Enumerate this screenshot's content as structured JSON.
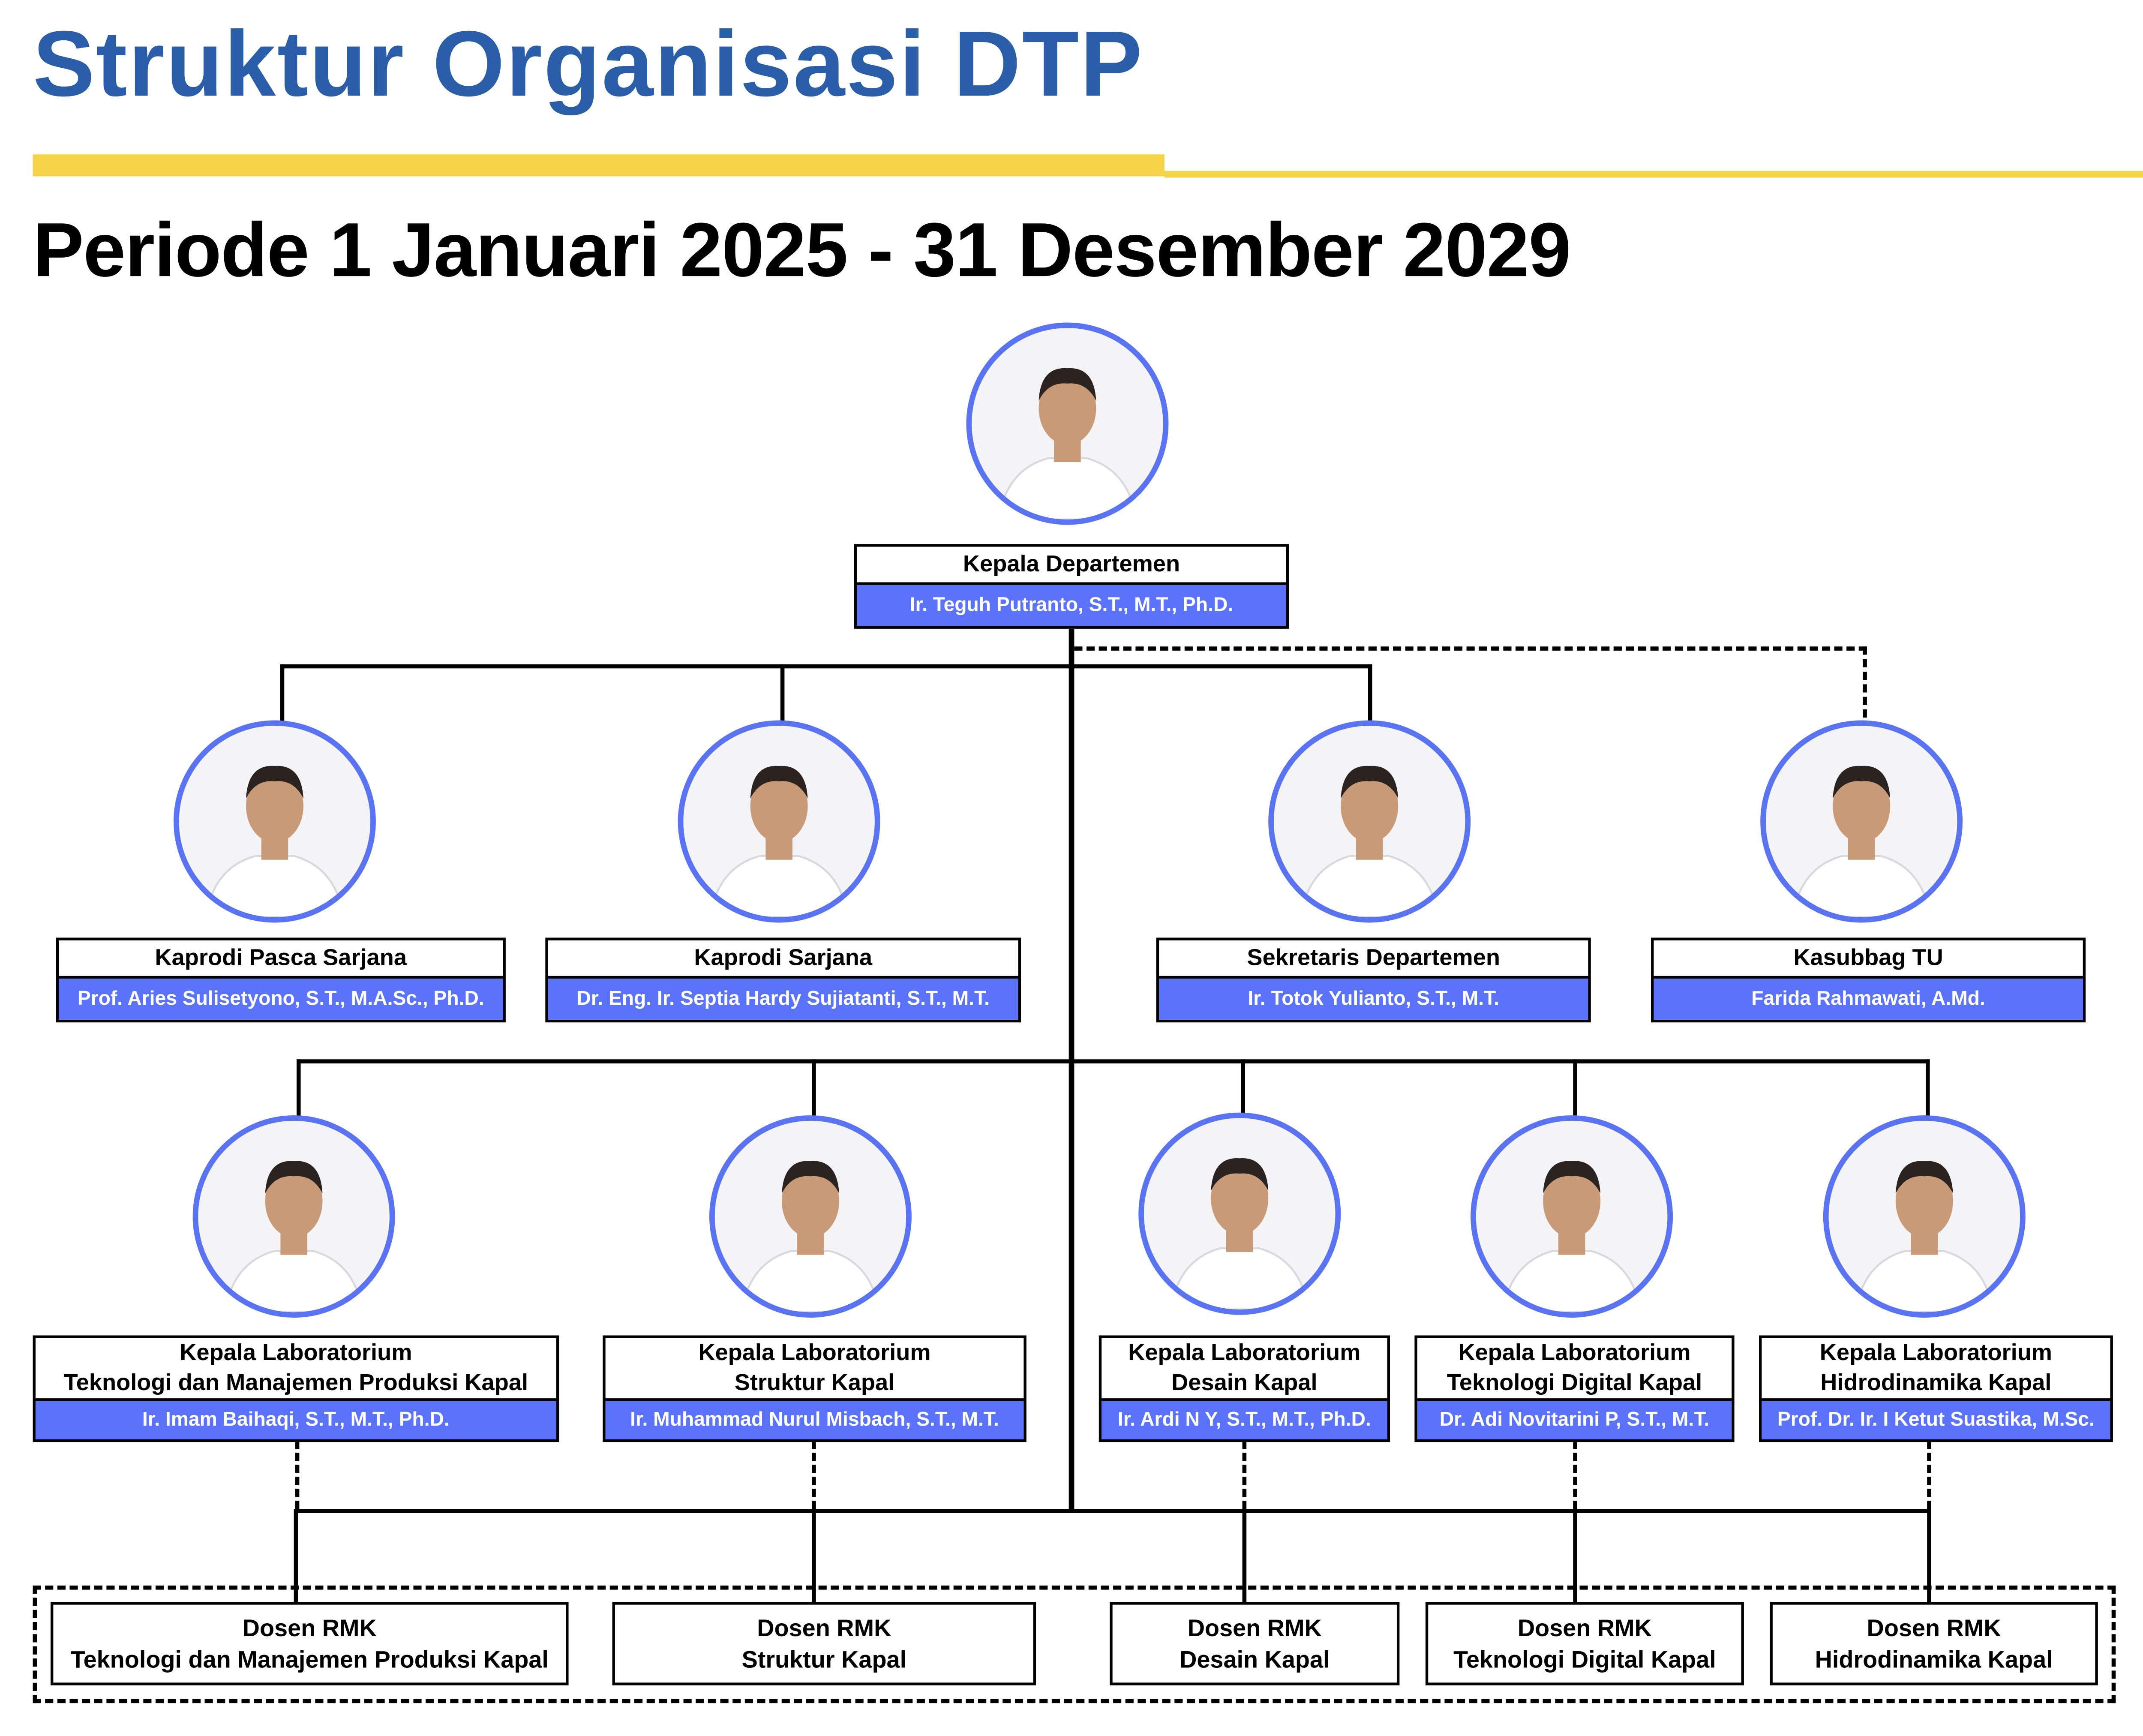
{
  "header": {
    "title": "Struktur Organisasi DTP",
    "period": "Periode 1 Januari 2025 - 31 Desember 2029"
  },
  "colors": {
    "title": "#2a5ea8",
    "accent_bar": "#f5d44a",
    "name_bar": "#5b73fa",
    "photo_ring": "#5a73f2"
  },
  "head": {
    "role": "Kepala Departemen",
    "name": "Ir. Teguh Putranto, S.T., M.T., Ph.D."
  },
  "level2": [
    {
      "role": "Kaprodi Pasca Sarjana",
      "name": "Prof. Aries Sulisetyono, S.T., M.A.Sc., Ph.D."
    },
    {
      "role": "Kaprodi Sarjana",
      "name": "Dr. Eng. Ir. Septia Hardy Sujiatanti, S.T., M.T."
    },
    {
      "role": "Sekretaris Departemen",
      "name": "Ir. Totok Yulianto, S.T., M.T."
    },
    {
      "role": "Kasubbag TU",
      "name": "Farida Rahmawati, A.Md."
    }
  ],
  "labs": [
    {
      "role1": "Kepala Laboratorium",
      "role2": "Teknologi dan Manajemen Produksi Kapal",
      "name": "Ir. Imam Baihaqi, S.T., M.T., Ph.D."
    },
    {
      "role1": "Kepala Laboratorium",
      "role2": "Struktur Kapal",
      "name": "Ir. Muhammad Nurul Misbach, S.T., M.T."
    },
    {
      "role1": "Kepala Laboratorium",
      "role2": "Desain Kapal",
      "name": "Ir. Ardi N Y, S.T., M.T., Ph.D."
    },
    {
      "role1": "Kepala Laboratorium",
      "role2": "Teknologi Digital Kapal",
      "name": "Dr. Adi Novitarini P, S.T., M.T."
    },
    {
      "role1": "Kepala Laboratorium",
      "role2": "Hidrodinamika Kapal",
      "name": "Prof. Dr. Ir. I Ketut Suastika, M.Sc."
    }
  ],
  "dosen": [
    {
      "l1": "Dosen RMK",
      "l2": "Teknologi dan Manajemen Produksi Kapal"
    },
    {
      "l1": "Dosen RMK",
      "l2": "Struktur Kapal"
    },
    {
      "l1": "Dosen RMK",
      "l2": "Desain Kapal"
    },
    {
      "l1": "Dosen RMK",
      "l2": "Teknologi Digital Kapal"
    },
    {
      "l1": "Dosen RMK",
      "l2": "Hidrodinamika Kapal"
    }
  ]
}
